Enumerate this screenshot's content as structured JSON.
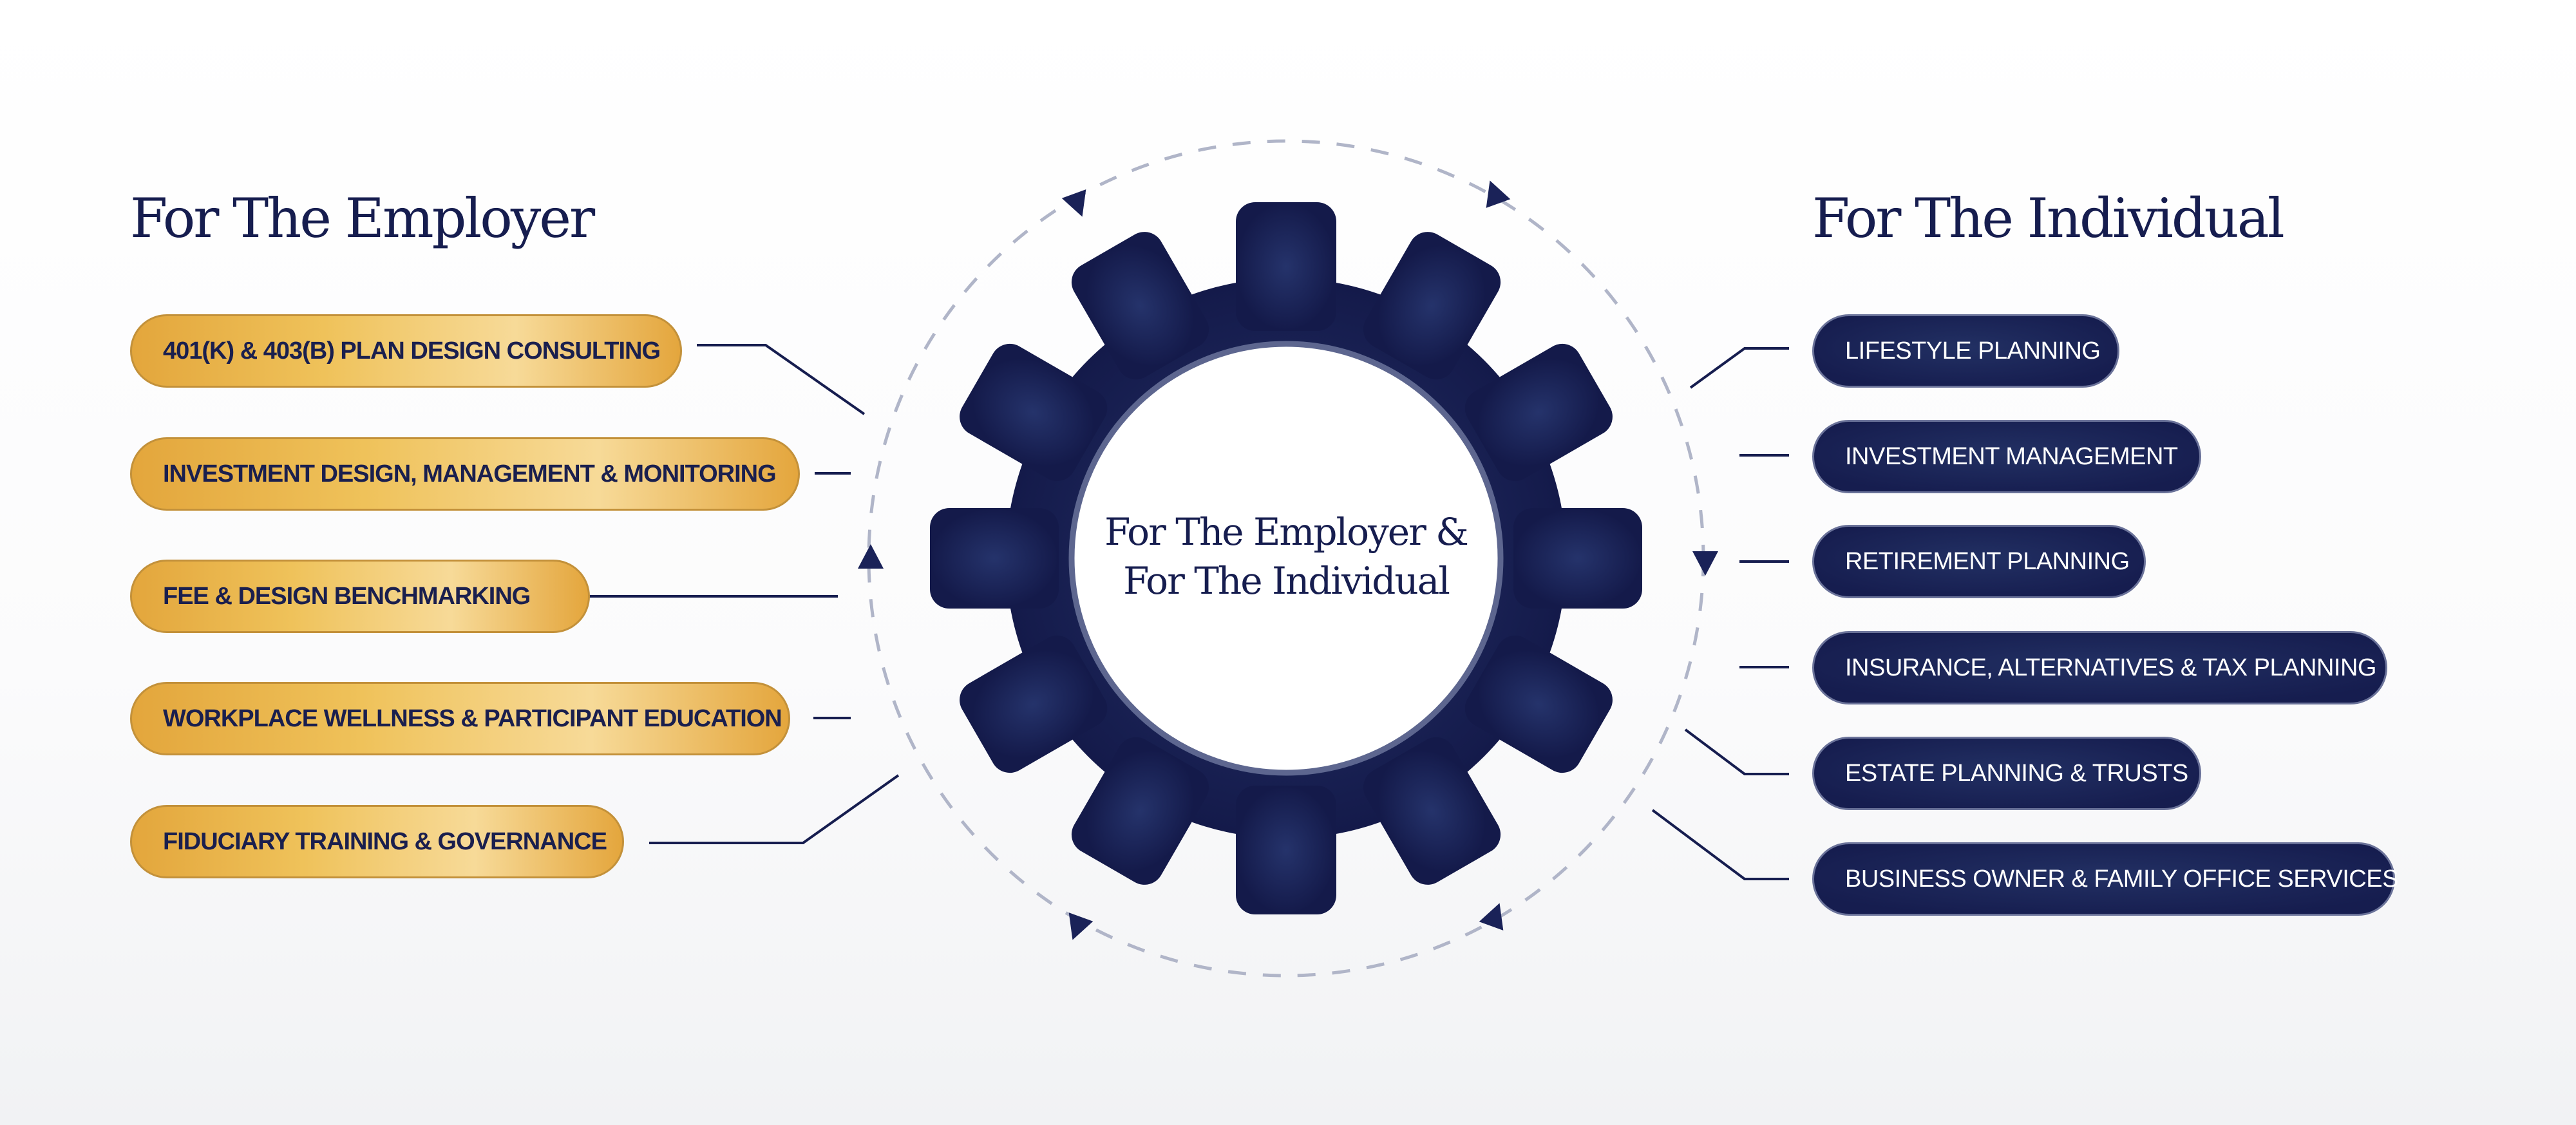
{
  "employer": {
    "title": "For The Employer",
    "items": [
      {
        "label": "401(K) & 403(B) PLAN DESIGN CONSULTING"
      },
      {
        "label": "INVESTMENT DESIGN, MANAGEMENT & MONITORING"
      },
      {
        "label": "FEE & DESIGN BENCHMARKING"
      },
      {
        "label": "WORKPLACE WELLNESS & PARTICIPANT EDUCATION"
      },
      {
        "label": "FIDUCIARY TRAINING & GOVERNANCE"
      }
    ]
  },
  "individual": {
    "title": "For The Individual",
    "items": [
      {
        "label": "LIFESTYLE PLANNING"
      },
      {
        "label": "INVESTMENT MANAGEMENT"
      },
      {
        "label": "RETIREMENT PLANNING"
      },
      {
        "label": "INSURANCE, ALTERNATIVES & TAX PLANNING"
      },
      {
        "label": "ESTATE PLANNING & TRUSTS"
      },
      {
        "label": "BUSINESS OWNER & FAMILY OFFICE SERVICES"
      }
    ]
  },
  "center": {
    "line1": "For The Employer &",
    "line2": "For The Individual",
    "icon": "gear-icon"
  },
  "colors": {
    "navy": "#161d4f",
    "gold": "#efc25a",
    "dash": "#b0b5c8"
  }
}
